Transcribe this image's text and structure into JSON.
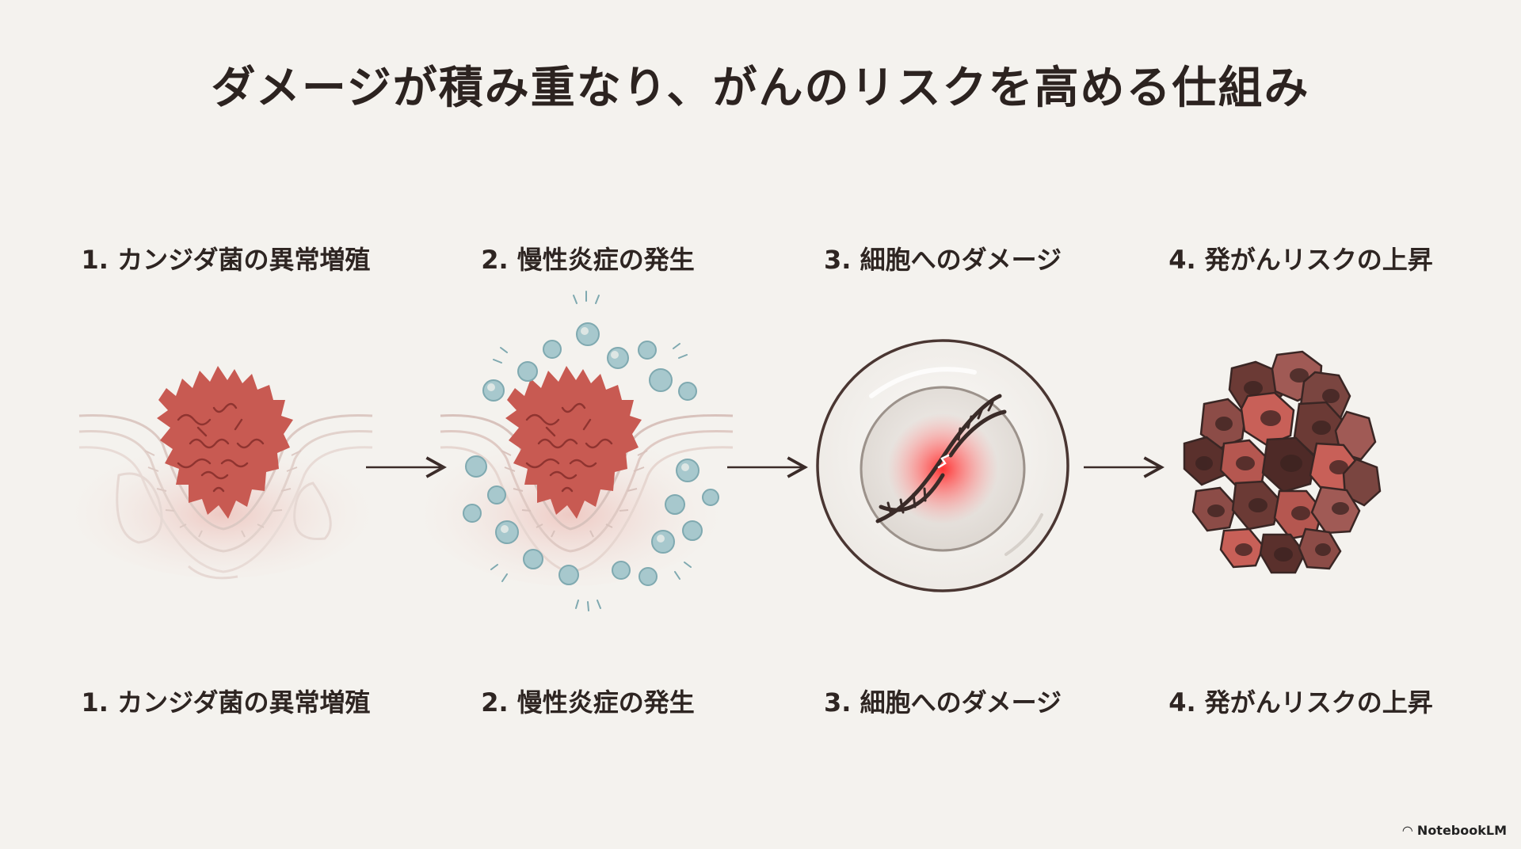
{
  "title": "ダメージが積み重なり、がんのリスクを高める仕組み",
  "steps": [
    {
      "label": "1. カンジダ菌の異常増殖",
      "icon": "fungal-overgrowth-icon"
    },
    {
      "label": "2. 慢性炎症の発生",
      "icon": "inflammation-icon"
    },
    {
      "label": "3. 細胞へのダメージ",
      "icon": "damaged-dna-cell-icon"
    },
    {
      "label": "4. 発がんリスクの上昇",
      "icon": "tumor-cluster-icon"
    }
  ],
  "brand": "NotebookLM",
  "colors": {
    "background": "#f4f2ee",
    "fungus": "#c85a52",
    "immune_cell": "#9fc3c9",
    "damage_glow": "#ff3b3b",
    "tumor_dark": "#6b3a35",
    "tumor_light": "#c86058",
    "arrow": "#3a2b28"
  }
}
